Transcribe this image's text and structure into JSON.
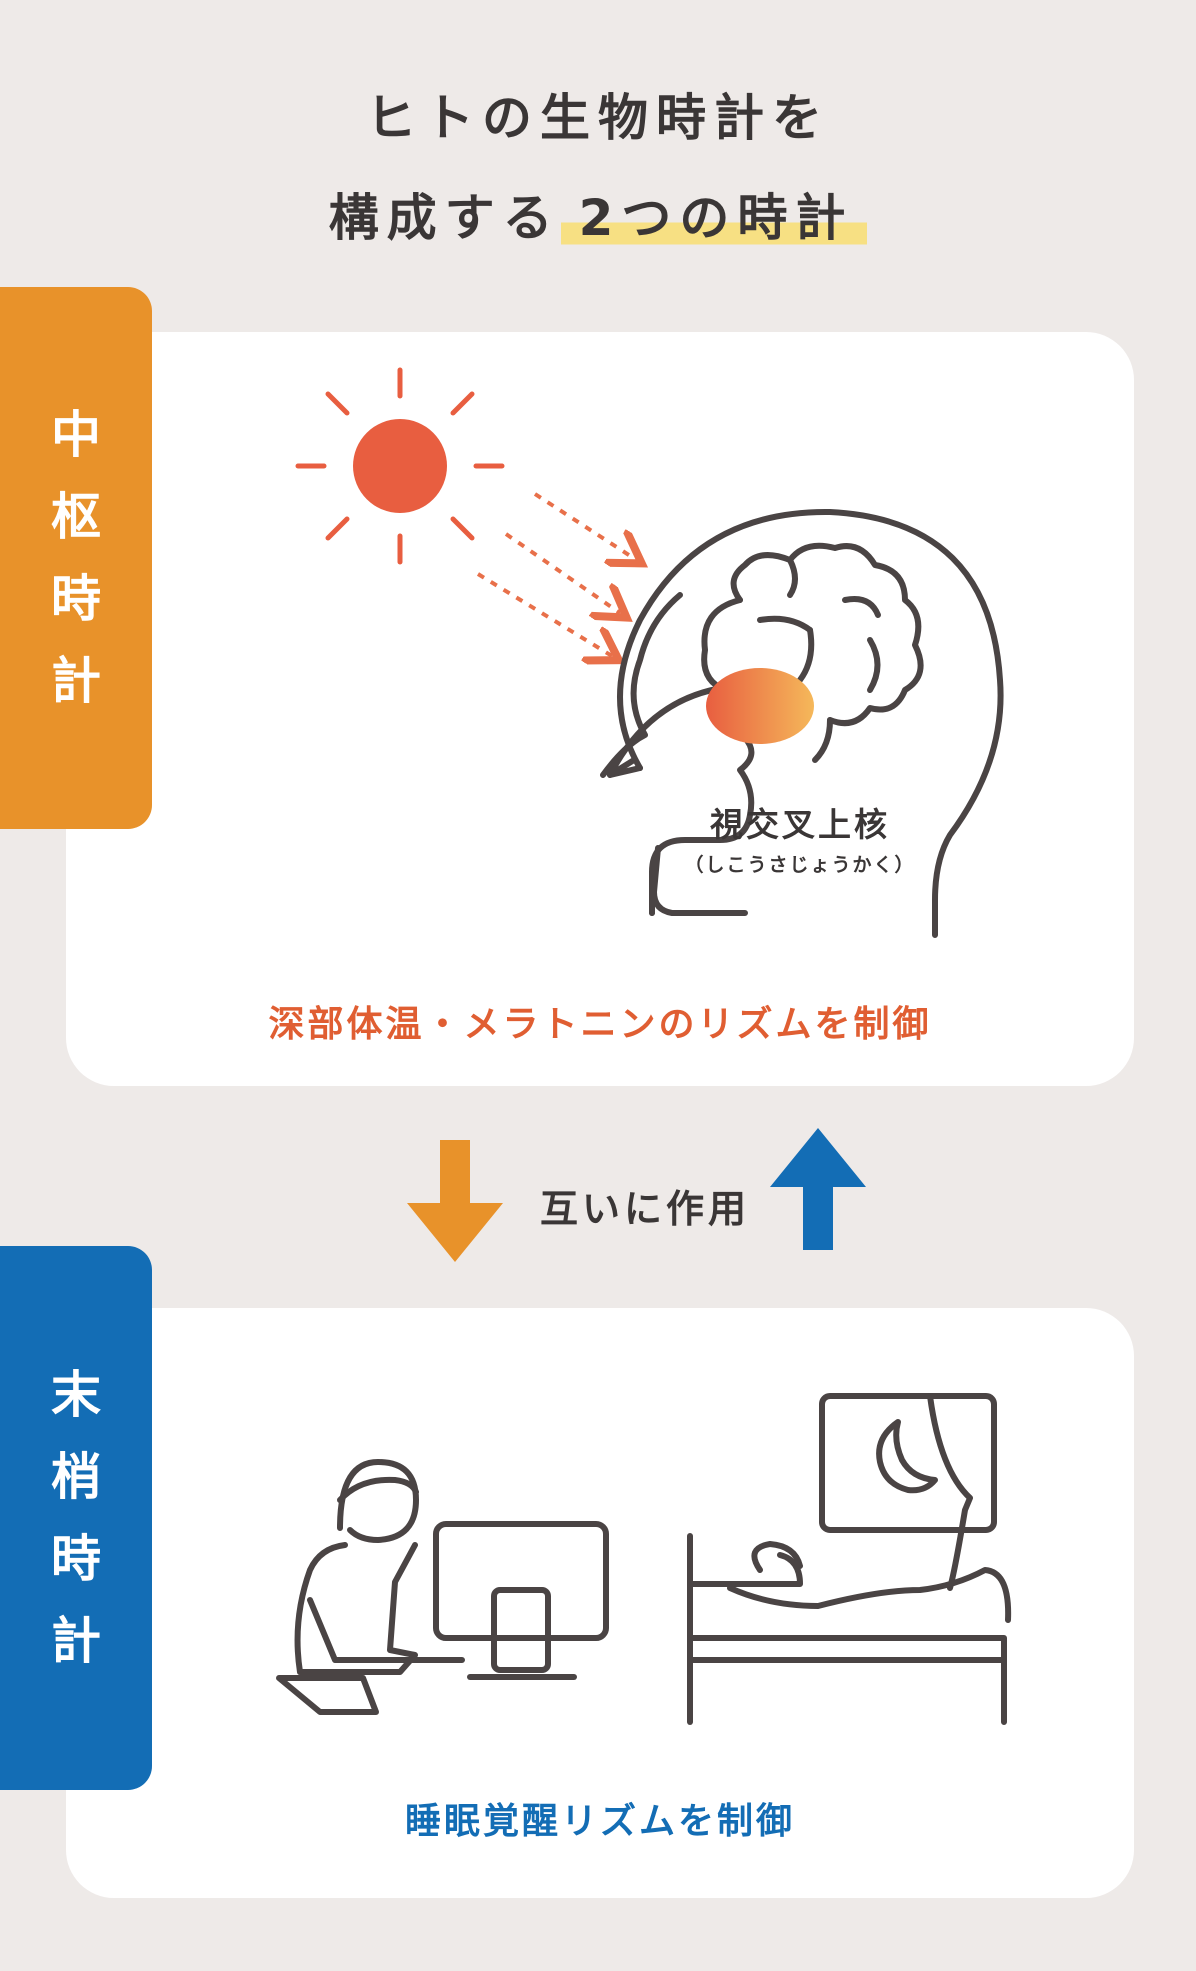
{
  "title": {
    "line1": "ヒトの生物時計を",
    "line2_prefix": "構成する",
    "line2_highlight": "2つの時計"
  },
  "central": {
    "tag_chars": [
      "中",
      "枢",
      "時",
      "計"
    ],
    "nucleus_name": "視交叉上核",
    "nucleus_reading": "（しこうさじょうかく）",
    "description": "深部体温・メラトニンのリズムを制御"
  },
  "interaction": {
    "label": "互いに作用"
  },
  "peripheral": {
    "tag_chars": [
      "末",
      "梢",
      "時",
      "計"
    ],
    "description": "睡眠覚醒リズムを制御"
  },
  "colors": {
    "central_orange": "#e8922a",
    "peripheral_blue": "#136db5",
    "sun_red": "#e85e40",
    "text_orange": "#e05e32",
    "highlight_yellow": "#f7e083",
    "line_dark": "#4a4444"
  },
  "icons": [
    "sun-icon",
    "head-brain-icon",
    "person-desk-icon",
    "bed-sleep-icon",
    "arrow-down-icon",
    "arrow-up-icon"
  ]
}
